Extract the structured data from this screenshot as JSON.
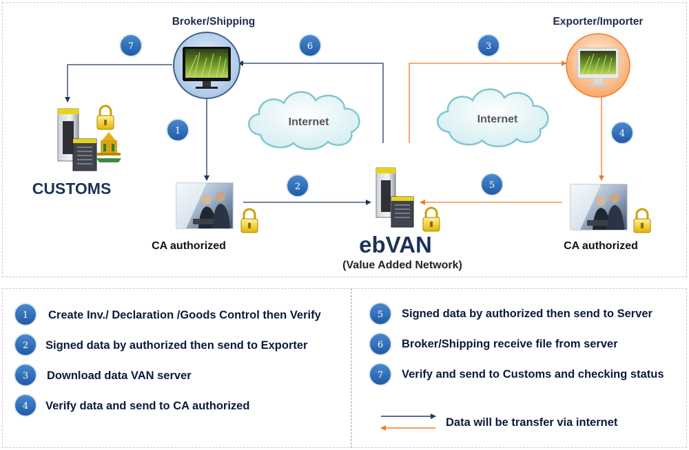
{
  "labels": {
    "broker": "Broker/Shipping",
    "exporter": "Exporter/Importer",
    "customs": "CUSTOMS",
    "ca_left": "CA authorized",
    "ca_right": "CA authorized",
    "ebvan": "ebVAN",
    "ebvan_sub": "(Value Added Network)",
    "cloud_left": "Internet",
    "cloud_right": "Internet"
  },
  "badges": [
    "1",
    "2",
    "3",
    "4",
    "5",
    "6",
    "7"
  ],
  "steps": [
    {
      "num": "1",
      "text": "Create Inv./ Declaration /Goods Control then Verify"
    },
    {
      "num": "2",
      "text": "Signed data by authorized then send to Exporter"
    },
    {
      "num": "3",
      "text": "Download data VAN server"
    },
    {
      "num": "4",
      "text": "Verify data and send to CA authorized"
    },
    {
      "num": "5",
      "text": "Signed data by authorized  then send to Server"
    },
    {
      "num": "6",
      "text": "Broker/Shipping receive file from server"
    },
    {
      "num": "7",
      "text": "Verify and send to Customs and checking status"
    }
  ],
  "legend": {
    "text": "Data will be transfer via internet"
  },
  "colors": {
    "blue_flow": "#1f3864",
    "orange_flow": "#f07a2a",
    "badge": "#2e6bb5"
  }
}
